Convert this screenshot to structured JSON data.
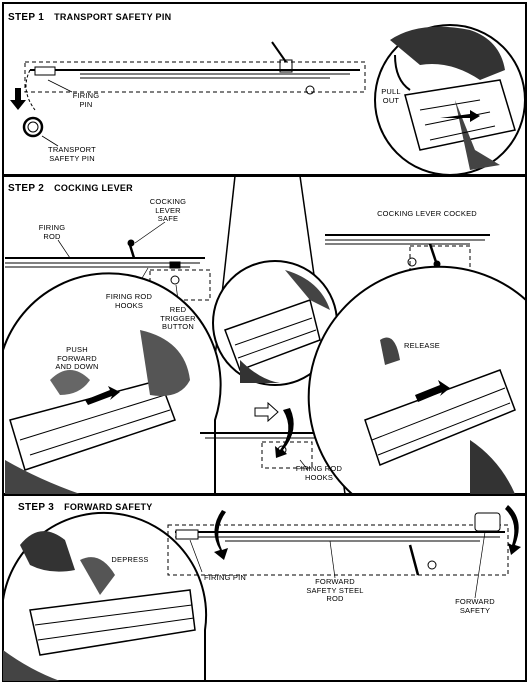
{
  "step1": {
    "number": "STEP 1",
    "title": "TRANSPORT SAFETY PIN",
    "labels": {
      "firing_pin": "FIRING\nPIN",
      "transport_safety_pin": "TRANSPORT\nSAFETY PIN",
      "pull_out": "PULL\nOUT"
    }
  },
  "step2": {
    "number": "STEP 2",
    "title": "COCKING LEVER",
    "labels": {
      "cocking_lever_safe": "COCKING\nLEVER\nSAFE",
      "firing_rod": "FIRING\nROD",
      "firing_rod_hooks": "FIRING ROD\nHOOKS",
      "red_trigger_button": "RED\nTRIGGER\nBUTTON",
      "push_forward_and_down": "PUSH\nFORWARD\nAND DOWN",
      "cocking_lever_cocked": "COCKING LEVER COCKED",
      "release": "RELEASE",
      "firing_rod_hooks_2": "FIRING ROD\nHOOKS"
    }
  },
  "step3": {
    "number": "STEP 3",
    "title": "FORWARD SAFETY",
    "labels": {
      "depress": "DEPRESS",
      "firing_pin": "FIRING PIN",
      "forward_safety_steel_rod": "FORWARD\nSAFETY STEEL\nROD",
      "forward_safety": "FORWARD\nSAFETY"
    }
  }
}
